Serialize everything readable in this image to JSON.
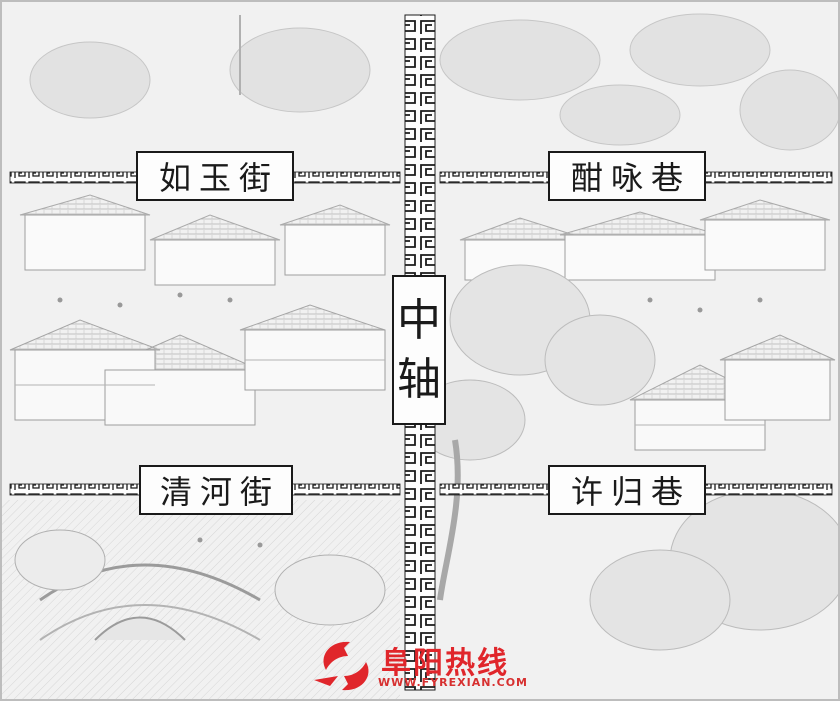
{
  "labels": {
    "top_left": "如玉街",
    "top_right": "酣咏巷",
    "bottom_left": "清河街",
    "bottom_right": "许归巷",
    "center": [
      "中",
      "轴"
    ]
  },
  "watermark": {
    "name": "阜阳热线",
    "url": "WWW.FYREXIAN.COM"
  },
  "colors": {
    "ink": "#1a1a1a",
    "paper": "#f3f3f3",
    "watermark_red": "#e0262b"
  },
  "icons": {
    "fret_border": "greek-key-pattern",
    "watermark_logo": "swirl-logo-icon"
  }
}
